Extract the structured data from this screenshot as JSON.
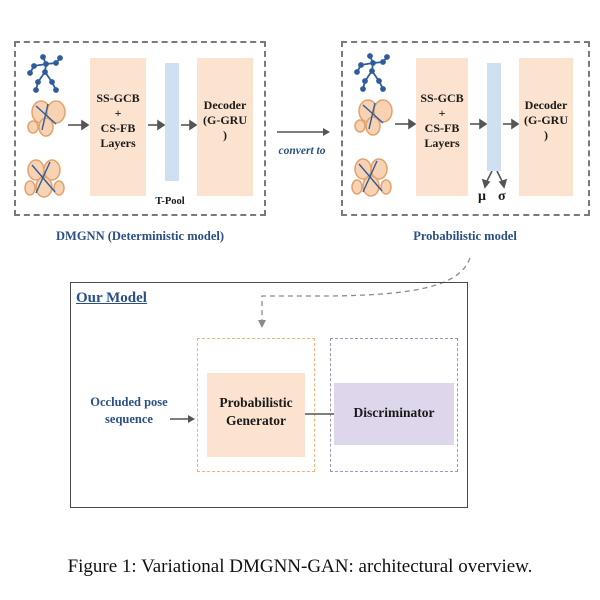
{
  "deterministic": {
    "encoder_label": "SS-GCB\n+\nCS-FB\nLayers",
    "pool_label": "T-Pool",
    "decoder_label": "Decoder\n(G-GRU\n)",
    "caption": "DMGNN (Deterministic model)"
  },
  "convert_label": "convert to",
  "probabilistic": {
    "encoder_label": "SS-GCB\n+\nCS-FB\nLayers",
    "mu_label": "μ",
    "sigma_label": "σ",
    "decoder_label": "Decoder\n(G-GRU\n)",
    "caption": "Probabilistic  model"
  },
  "our_model": {
    "title": "Our Model",
    "input_label": "Occluded pose\nsequence",
    "generator_label": "Probabilistic\nGenerator",
    "discriminator_label": "Discriminator"
  },
  "figure_caption": "Figure 1: Variational DMGNN-GAN: architectural overview.",
  "colors": {
    "peach": "#fbe3cf",
    "pool_blue": "#cfe0f3",
    "lavender": "#ded6ea",
    "label_blue": "#2a4f86",
    "dash_gray": "#7a7a7a",
    "orange_dash": "#f2b27a",
    "purple_dash": "#9c95c8"
  }
}
